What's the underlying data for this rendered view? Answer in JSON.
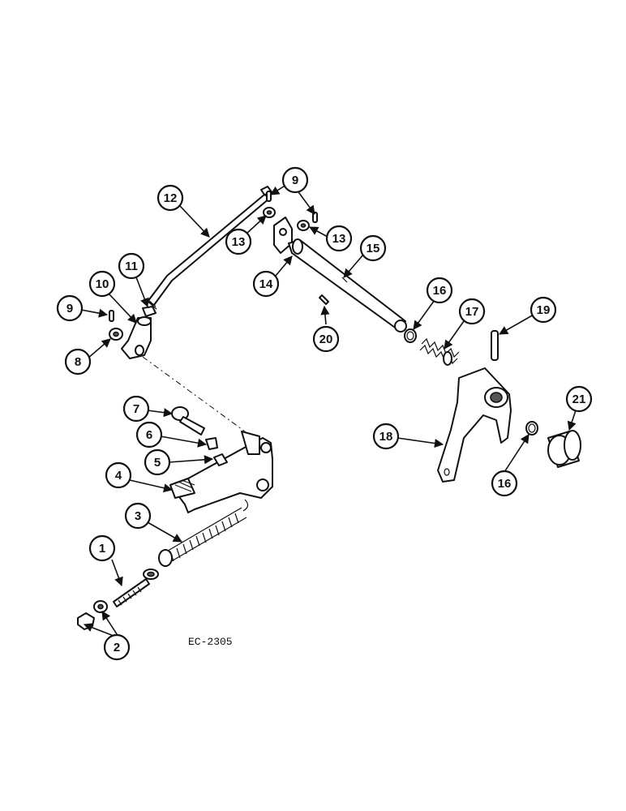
{
  "drawing": {
    "reference_code": "EC-2305"
  },
  "callouts": [
    "1",
    "2",
    "3",
    "4",
    "5",
    "6",
    "7",
    "8",
    "9",
    "9",
    "10",
    "11",
    "12",
    "13",
    "13",
    "14",
    "15",
    "16",
    "16",
    "17",
    "18",
    "19",
    "20",
    "21"
  ]
}
